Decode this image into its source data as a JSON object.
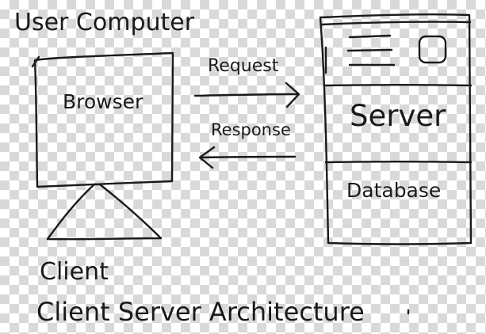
{
  "diagram": {
    "user_computer_label": "User Computer",
    "browser_label": "Browser",
    "request_label": "Request",
    "response_label": "Response",
    "server_label": "Server",
    "database_label": "Database",
    "client_label": "Client",
    "title": "Client Server Architecture"
  },
  "style": {
    "ink_color": "#1a1a1a",
    "checker_color": "#d9d9d9",
    "background_color": "#ffffff"
  },
  "icons": [
    "monitor-icon",
    "monitor-stand-icon",
    "server-rack-icon",
    "arrow-right-icon",
    "arrow-left-icon"
  ]
}
